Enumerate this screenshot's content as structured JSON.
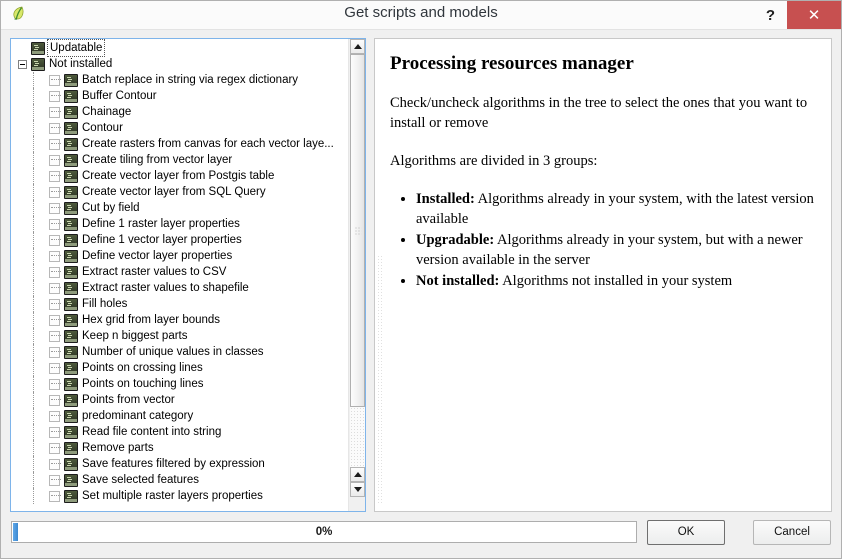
{
  "window": {
    "title": "Get scripts and models",
    "app_icon": "qgis-leaf-icon",
    "help_label": "?",
    "close_label": "✕"
  },
  "tree": {
    "groups": [
      {
        "label": "Updatable",
        "expanded": false,
        "focused": true,
        "level": 0,
        "has_checkbox": false
      },
      {
        "label": "Not installed",
        "expanded": true,
        "focused": false,
        "level": 0,
        "has_checkbox": false
      }
    ],
    "items": [
      {
        "label": "Batch replace in string via regex dictionary",
        "checked": false
      },
      {
        "label": "Buffer Contour",
        "checked": false
      },
      {
        "label": "Chainage",
        "checked": false
      },
      {
        "label": "Contour",
        "checked": false
      },
      {
        "label": "Create rasters from canvas for each vector laye...",
        "checked": false
      },
      {
        "label": "Create tiling from vector layer",
        "checked": false
      },
      {
        "label": "Create vector layer from Postgis table",
        "checked": false
      },
      {
        "label": "Create vector layer from SQL Query",
        "checked": false
      },
      {
        "label": "Cut by field",
        "checked": false
      },
      {
        "label": "Define 1 raster layer properties",
        "checked": false
      },
      {
        "label": "Define 1 vector layer properties",
        "checked": false
      },
      {
        "label": "Define vector layer properties",
        "checked": false
      },
      {
        "label": "Extract raster values to CSV",
        "checked": false
      },
      {
        "label": "Extract raster values to shapefile",
        "checked": false
      },
      {
        "label": "Fill holes",
        "checked": false
      },
      {
        "label": "Hex grid from layer bounds",
        "checked": false
      },
      {
        "label": "Keep n biggest parts",
        "checked": false
      },
      {
        "label": "Number of unique values in classes",
        "checked": false
      },
      {
        "label": "Points on crossing lines",
        "checked": false
      },
      {
        "label": "Points on touching lines",
        "checked": false
      },
      {
        "label": "Points from vector",
        "checked": false
      },
      {
        "label": "predominant category",
        "checked": false
      },
      {
        "label": "Read file content into string",
        "checked": false
      },
      {
        "label": "Remove parts",
        "checked": false
      },
      {
        "label": "Save features filtered by expression",
        "checked": false
      },
      {
        "label": "Save selected features",
        "checked": false
      },
      {
        "label": "Set multiple raster layers properties",
        "checked": false
      }
    ]
  },
  "info": {
    "title": "Processing resources manager",
    "paragraph1": "Check/uncheck algorithms in the tree to select the ones that you want to install or remove",
    "paragraph2": "Algorithms are divided in 3 groups:",
    "bullets": [
      {
        "term": "Installed:",
        "text": " Algorithms already in your system, with the latest version available"
      },
      {
        "term": "Upgradable:",
        "text": " Algorithms already in your system, but with a newer version available in the server"
      },
      {
        "term": "Not installed:",
        "text": " Algorithms not installed in your system"
      }
    ]
  },
  "footer": {
    "progress_text": "0%",
    "progress_percent": 0,
    "ok_label": "OK",
    "cancel_label": "Cancel"
  },
  "colors": {
    "close_red": "#c75050",
    "tree_border_blue": "#7eb4ea",
    "progress_blue": "#3d88d0"
  }
}
